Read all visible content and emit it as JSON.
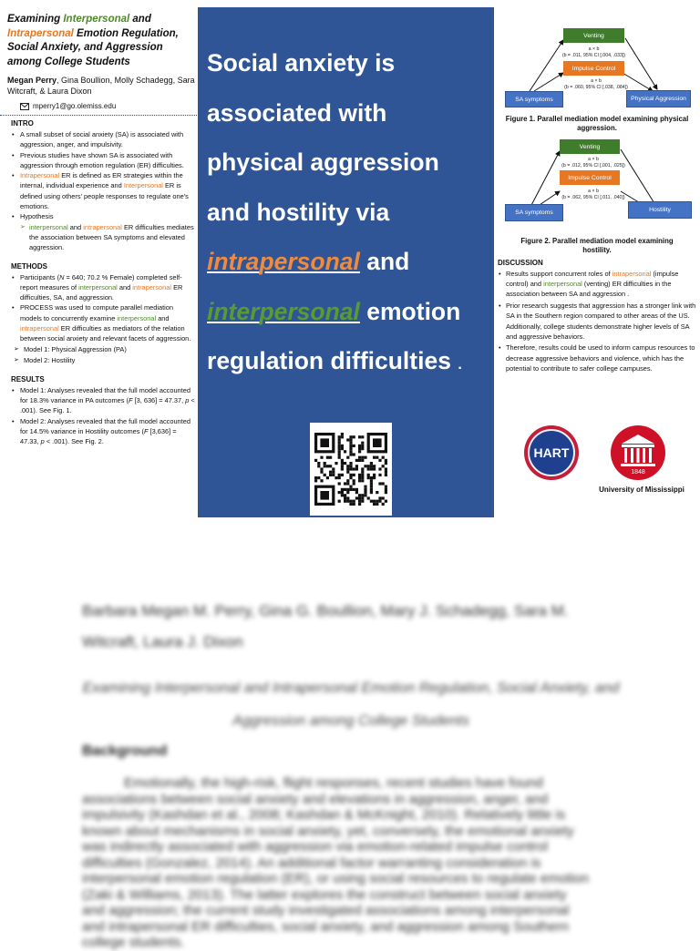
{
  "left": {
    "title_parts": [
      "Examining ",
      "Interpersonal",
      " and ",
      "Intrapersonal",
      " Emotion Regulation, Social Anxiety, and Aggression among College Students"
    ],
    "author_lead": "Megan Perry",
    "author_rest": ", Gina Boullion, Molly Schadegg, Sara Witcraft, & Laura Dixon",
    "email": "mperry1@go.olemiss.edu",
    "intro": {
      "heading": "INTRO",
      "b1": "A small subset of social anxiety (SA) is associated with aggression, anger, and impulsivity.",
      "b2": "Previous studies have shown SA is associated with aggression through emotion regulation (ER) difficulties.",
      "b3_a": "Intrapersonal",
      "b3_b": " ER  is defined as ER strategies within the internal, individual experience and ",
      "b3_c": "Interpersonal",
      "b3_d": " ER is defined using others' people responses to regulate one's emotions.",
      "b4": "Hypothesis",
      "hyp_a": "interpersonal",
      "hyp_b": " and ",
      "hyp_c": "intrapersonal",
      "hyp_d": " ER difficulties mediates the association between SA symptoms and elevated aggression."
    },
    "methods": {
      "heading": "METHODS",
      "m1_a": "Participants (",
      "m1_n": "N",
      "m1_b": " = 640; 70.2 % Female) completed self-report measures of ",
      "m1_c": "interpersonal",
      "m1_d": "  and ",
      "m1_e": "intrapersonal",
      "m1_f": " ER difficulties, SA, and aggression.",
      "m2_a": "PROCESS was used to compute parallel mediation models to concurrently examine ",
      "m2_b": "interpersonal",
      "m2_c": " and ",
      "m2_d": "intrapersonal",
      "m2_e": " ER difficulties as mediators of the relation between social anxiety and relevant facets of aggression.",
      "model1": "Model 1: Physical Aggression (PA)",
      "model2": "Model  2: Hostility"
    },
    "results": {
      "heading": "RESULTS",
      "r1_a": "Model 1: Analyses revealed that the full model accounted for 18.3% variance in PA outcomes (",
      "r1_f": "F",
      "r1_b": " [3, 636] = 47.37, ",
      "r1_p": "p",
      "r1_c": " < .001). See Fig. 1.",
      "r2_a": "Model 2: Analyses revealed that the full model accounted for 14.5% variance in Hostility outcomes (",
      "r2_f": "F",
      "r2_b": " [3,636] = 47.33, ",
      "r2_p": "p",
      "r2_c": " < .001).  See Fig. 2."
    }
  },
  "center": {
    "text1": "Social anxiety is associated with physical aggression and hostility via ",
    "intra_a": "intra",
    "intra_b": "personal",
    "text2": " and ",
    "inter_a": "inter",
    "inter_b": "personal",
    "text3": " emotion regulation difficulties ",
    "text4": "."
  },
  "fig1": {
    "venting": "Venting",
    "impulse": "Impulse Control",
    "sa": "SA symptoms",
    "outcome": "Physical Aggression",
    "eq1_a": "a × b",
    "eq1_b": "(b = .011, 95% CI [.004, .033])",
    "eq2_a": "a × b",
    "eq2_b": "(b = .060, 95% CI [.038, .084])",
    "caption": "Figure 1. Parallel mediation model examining physical aggression."
  },
  "fig2": {
    "venting": "Venting",
    "impulse": "Impulse Control",
    "sa": "SA symptoms",
    "outcome": "Hostility",
    "eq1_a": "a × b",
    "eq1_b": "(b = .012, 95% CI [.001, .025])",
    "eq2_a": "a × b",
    "eq2_b": "(b = .062, 95% CI [.011, .040])",
    "caption": "Figure 2. Parallel mediation model examining hostility."
  },
  "discussion": {
    "heading": "DISCUSSION",
    "d1_a": "Results support concurrent roles of ",
    "d1_b": "intrapersonal",
    "d1_c": "  (impulse control) and ",
    "d1_d": "interpersonal",
    "d1_e": " (venting) ER difficulties in the association between SA and aggression .",
    "d2": "Prior research suggests that aggression has a stronger link with SA in the Southern region compared to other areas of the US. Additionally, college  students demonstrate higher levels of SA and aggressive behaviors.",
    "d3": "Therefore, results could be used to inform campus resources to decrease aggressive behaviors and violence, which has the potential to contribute to safer college campuses."
  },
  "logos": {
    "hart": "HART",
    "um_year": "1848",
    "um_label": "University of Mississippi"
  },
  "colors": {
    "panel": "#2f5597",
    "interpersonal": "#4e8a2a",
    "intrapersonal": "#e87722",
    "node_blue": "#4472c4"
  },
  "paper": {
    "authors": "Barbara Megan M. Perry, Gina G. Boullion, Mary J. Schadegg, Sara M. Witcraft, Laura J. Dixon",
    "title": "Examining Interpersonal and Intrapersonal Emotion Regulation, Social Anxiety, and Aggression among College Students",
    "background_heading": "Background",
    "body": "Emotionally, the high-risk, flight responses, recent studies have found associations between social anxiety and elevations in aggression, anger, and impulsivity (Kashdan et al., 2008; Kashdan & McKnight, 2010). Relatively little is known about mechanisms in social anxiety, yet, conversely, the emotional anxiety was indirectly associated with aggression via emotion-related impulse control difficulties (Gonzalez, 2014). An additional factor warranting consideration is interpersonal emotion regulation (ER), or using social resources to regulate emotion (Zaki & Williams, 2013). The latter explores the construct between social anxiety and aggression; the current study investigated associations among interpersonal and intrapersonal ER difficulties, social anxiety, and aggression among Southern college students."
  }
}
